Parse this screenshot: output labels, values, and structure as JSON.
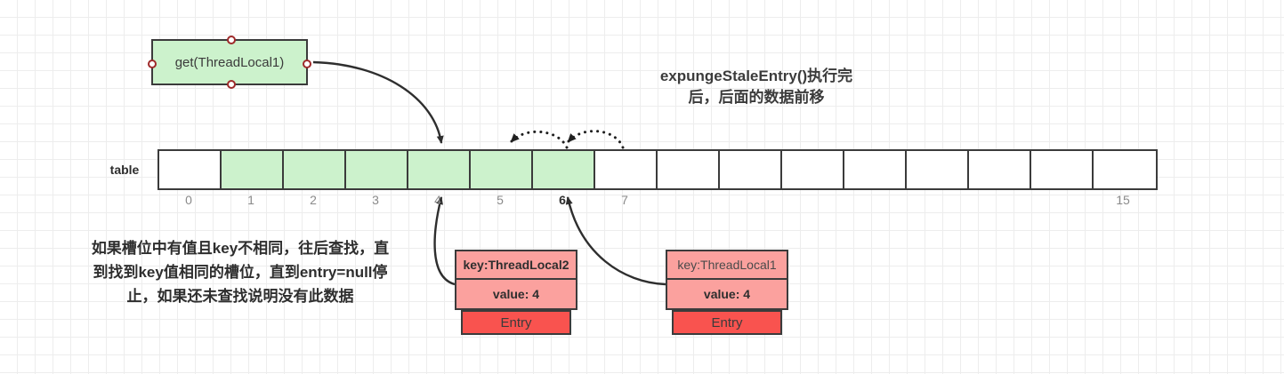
{
  "heading": {
    "line1": "expungeStaleEntry()执行完",
    "line2": "后，后面的数据前移"
  },
  "call_box": {
    "label": "get(ThreadLocal1)"
  },
  "table": {
    "label": "table",
    "cells": [
      {
        "index": "0",
        "filled": false
      },
      {
        "index": "1",
        "filled": true
      },
      {
        "index": "2",
        "filled": true
      },
      {
        "index": "3",
        "filled": true
      },
      {
        "index": "4",
        "filled": true
      },
      {
        "index": "5",
        "filled": true
      },
      {
        "index": "6",
        "filled": true
      },
      {
        "index": "7",
        "filled": false
      },
      {
        "index": "",
        "filled": false
      },
      {
        "index": "",
        "filled": false
      },
      {
        "index": "",
        "filled": false
      },
      {
        "index": "",
        "filled": false
      },
      {
        "index": "",
        "filled": false
      },
      {
        "index": "",
        "filled": false
      },
      {
        "index": "",
        "filled": false
      },
      {
        "index": "15",
        "filled": false
      }
    ]
  },
  "note": {
    "line1": "如果槽位中有值且key不相同，往后查找，直",
    "line2": "到找到key值相同的槽位，直到entry=null停",
    "line3": "止，如果还未查找说明没有此数据"
  },
  "entries": [
    {
      "key": "key:ThreadLocal2",
      "value": "value: 4",
      "footer": "Entry"
    },
    {
      "key": "key:ThreadLocal1",
      "value": "value: 4",
      "footer": "Entry"
    }
  ],
  "colors": {
    "slot_filled": "#ccf2cc",
    "slot_empty": "#ffffff",
    "entry_body": "#fba19e",
    "entry_footer": "#f9534f",
    "stroke": "#3b3b3b",
    "handle": "#9e2a2a",
    "grid": "#ededed"
  }
}
